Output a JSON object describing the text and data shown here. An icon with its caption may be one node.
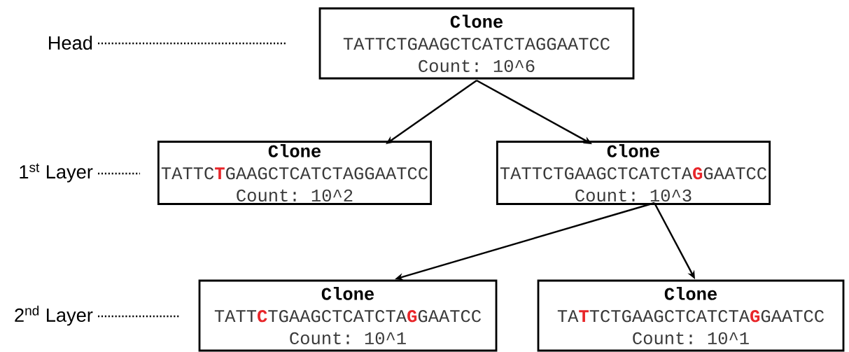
{
  "diagram": {
    "nodes": [
      {
        "text": [
          "Clone",
          "TATTCTGAAGCTCATCTAGGAATCC",
          "Count: 10^6"
        ]
      },
      {
        "text": [
          "Clone",
          "TATTC**T**GAAGCTCATCTAGGAATCC",
          "Count: 10^2"
        ]
      },
      {
        "text": [
          "Clone",
          "TATTCTGAAGCTCATCTA**G**GAATCC",
          "Count: 10^3"
        ]
      },
      {
        "text": [
          "Clone",
          "TATT**C**TGAAGCTCATCTA**G**GAATCC",
          "Count: 10^1"
        ]
      },
      {
        "text": [
          "Clone",
          "TA**T**TCTGAAGCTCATCTA**G**GAATCC",
          "Count: 10^1"
        ]
      }
    ],
    "edges": [
      {
        "from": 0,
        "to": 1,
        "arrow": "to"
      },
      {
        "from": 0,
        "to": 2,
        "arrow": "to"
      },
      {
        "from": 2,
        "to": 3,
        "arrow": "to"
      },
      {
        "from": 2,
        "to": 4,
        "arrow": "to"
      }
    ],
    "labels": [
      "Head",
      "1$^{st}$ Layer",
      "2$^{nd}$ Layer"
    ]
  }
}
